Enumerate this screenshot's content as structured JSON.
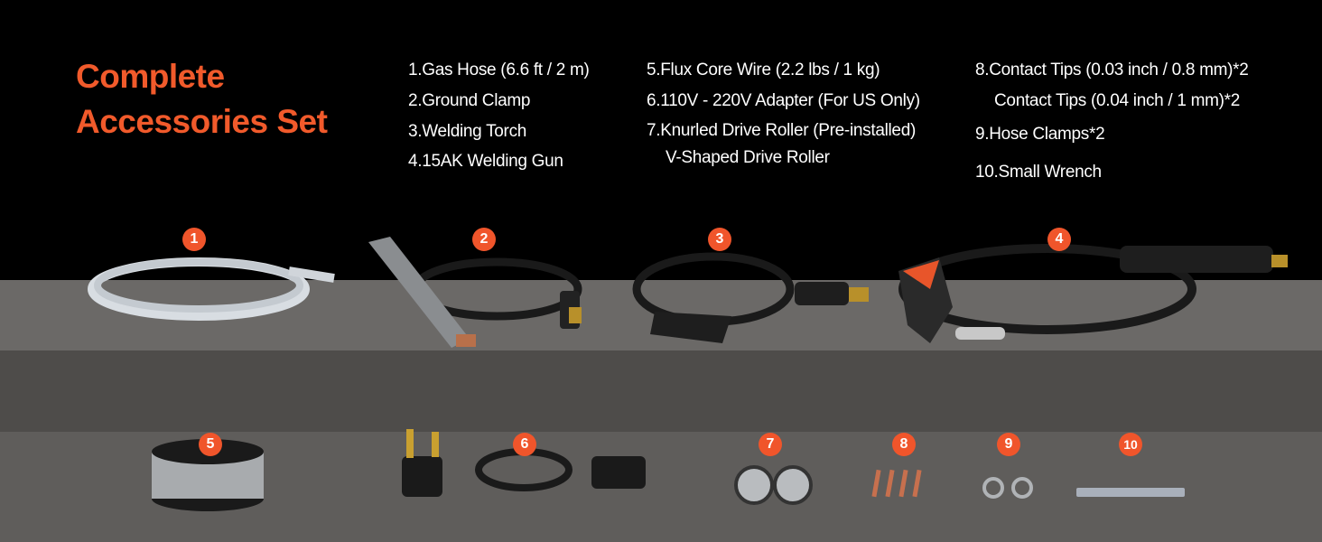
{
  "title": {
    "line1": "Complete",
    "line2": "Accessories Set"
  },
  "items": [
    "1.Gas Hose (6.6 ft / 2 m)",
    "2.Ground Clamp",
    "3.Welding Torch",
    "4.15AK Welding Gun",
    "5.Flux Core Wire (2.2 lbs / 1 kg)",
    "6.110V - 220V Adapter (For US Only)",
    "7.Knurled Drive Roller  (Pre-installed)",
    "V-Shaped Drive Roller",
    "8.Contact Tips (0.03 inch / 0.8 mm)*2",
    "Contact Tips (0.04 inch / 1 mm)*2",
    "9.Hose Clamps*2",
    "10.Small Wrench"
  ],
  "badges": [
    "1",
    "2",
    "3",
    "4",
    "5",
    "6",
    "7",
    "8",
    "9",
    "10"
  ],
  "colors": {
    "accent": "#f15a2b",
    "background": "#000000",
    "shelf_top": "#6b6967",
    "shelf_front": "#4f4d4b",
    "floor": "#5e5c5a"
  }
}
